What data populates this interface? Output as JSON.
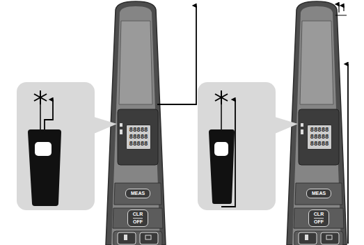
{
  "diagram": {
    "nodes": [
      {
        "text": [
          "88888",
          "88888",
          "88888"
        ]
      },
      {
        "text": [
          "MEAS"
        ]
      },
      {
        "text": [
          "CLR",
          "OFF"
        ]
      },
      {
        "text": [
          "88888",
          "88888",
          "88888"
        ]
      },
      {
        "text": [
          "MEAS"
        ]
      },
      {
        "text": [
          "CLR",
          "OFF"
        ]
      }
    ]
  }
}
